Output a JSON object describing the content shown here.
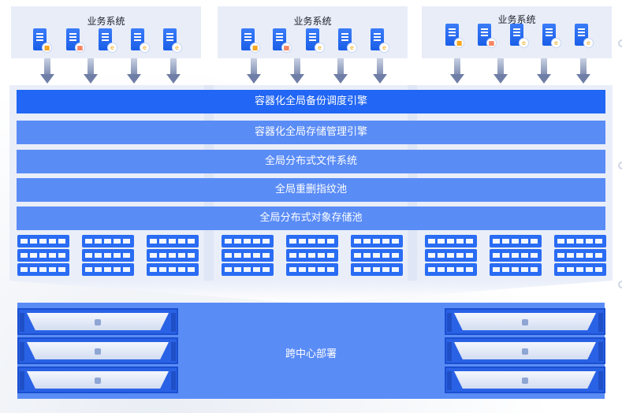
{
  "business_groups": [
    {
      "title": "业务系统",
      "servers": [
        "folder-icon",
        "windows-icon",
        "ie-icon",
        "ie-icon",
        "ie-icon"
      ]
    },
    {
      "title": "业务系统",
      "servers": [
        "folder-icon",
        "windows-icon",
        "ie-icon",
        "ie-icon",
        "ie-icon"
      ]
    },
    {
      "title": "业务系统",
      "servers": [
        "folder-icon",
        "windows-icon",
        "ie-icon",
        "ie-icon",
        "ie-icon"
      ]
    }
  ],
  "layers": [
    "容器化全局备份调度引擎",
    "容器化全局存储管理引擎",
    "全局分布式文件系统",
    "全局重删指纹池",
    "全局分布式对象存储池"
  ],
  "deployment": {
    "label": "跨中心部署"
  },
  "colors": {
    "primary_blue": "#2166f4",
    "layer_blue": "#5a8cf6",
    "panel_bg": "#e9eef9"
  }
}
